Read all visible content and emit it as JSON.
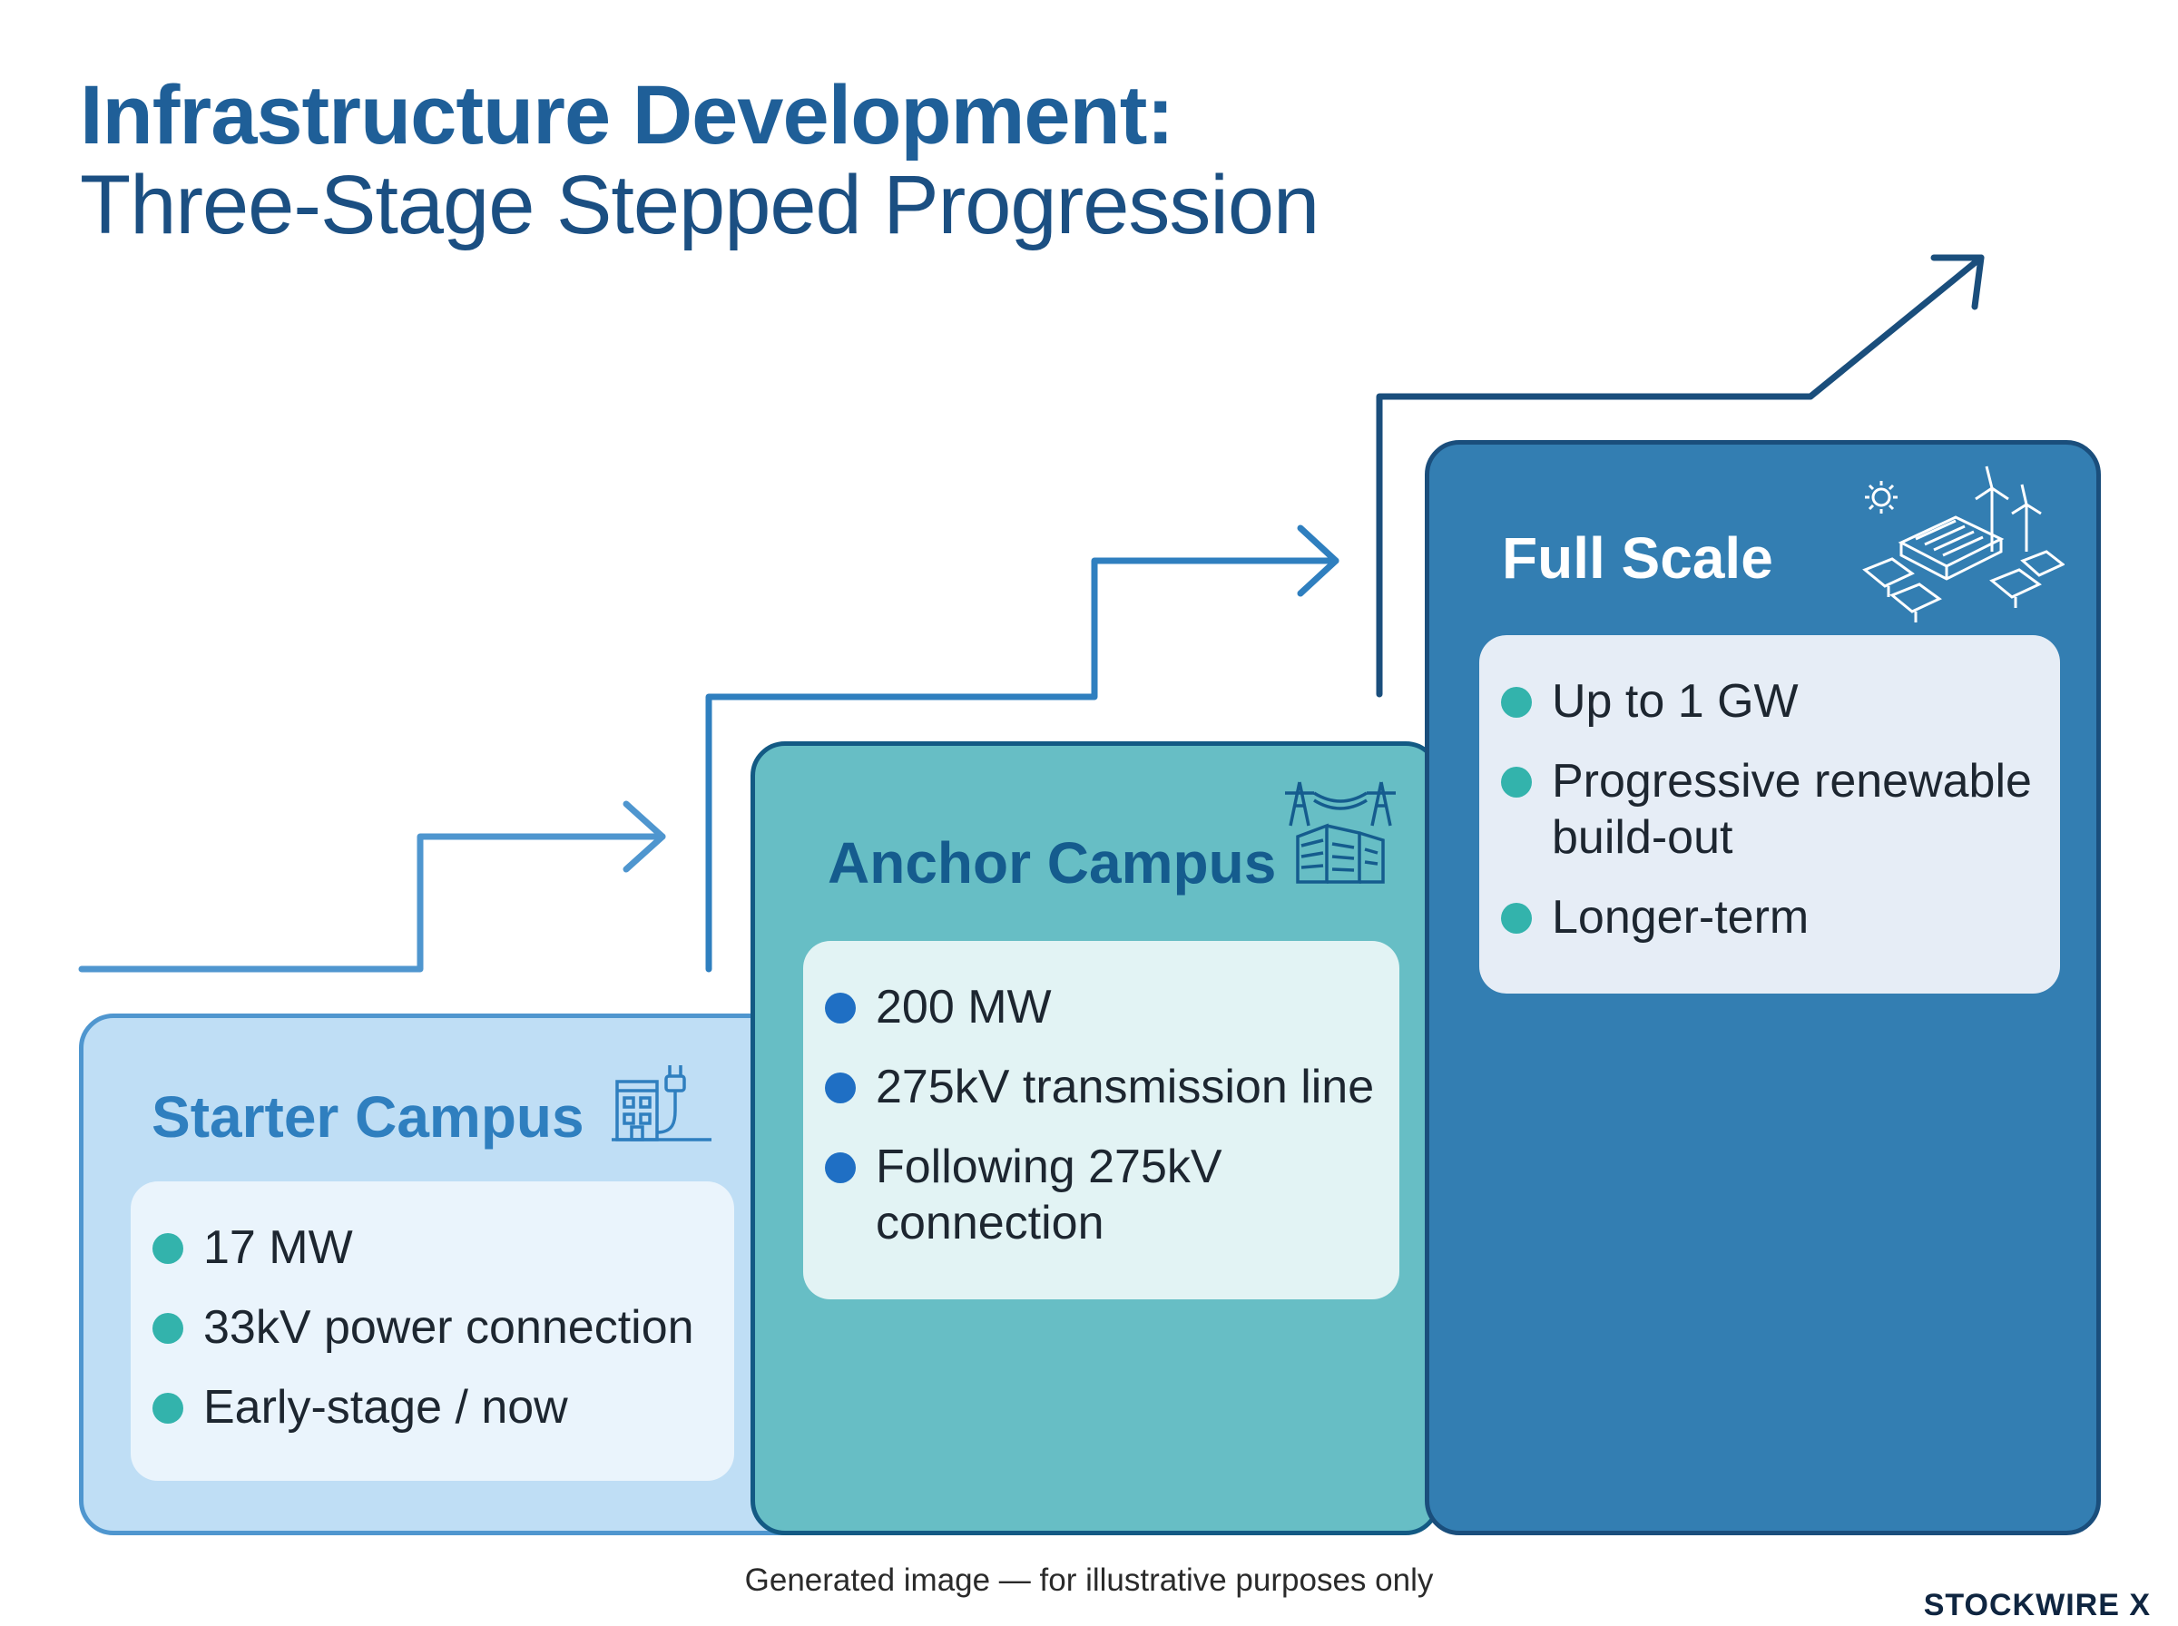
{
  "title": {
    "main": "Infrastructure Development:",
    "subtitle": "Three-Stage Stepped Progression"
  },
  "stages": [
    {
      "name": "Starter Campus",
      "icon": "building-plug-icon",
      "bullets": [
        "17 MW",
        "33kV power connection",
        "Early-stage / now"
      ]
    },
    {
      "name": "Anchor Campus",
      "icon": "transmission-tower-buildings-icon",
      "bullets": [
        "200 MW",
        "275kV transmission line",
        "Following 275kV connection"
      ]
    },
    {
      "name": "Full Scale",
      "icon": "solar-wind-datacenter-icon",
      "bullets": [
        "Up to 1 GW",
        "Progressive renewable build-out",
        "Longer-term"
      ]
    }
  ],
  "footer": {
    "note": "Generated image — for illustrative purposes only",
    "brand": "STOCKWIRE X"
  },
  "colors": {
    "title": "#1f5f98",
    "stage1_fill": "#bfdef5",
    "stage2_fill": "#67bec5",
    "stage3_fill": "#337eb2",
    "arrow1": "#4f96cf",
    "arrow2": "#2f7fbf",
    "arrow3": "#1a4e7c",
    "teal_dot": "#33b3ac",
    "blue_dot": "#1f6fc4"
  }
}
